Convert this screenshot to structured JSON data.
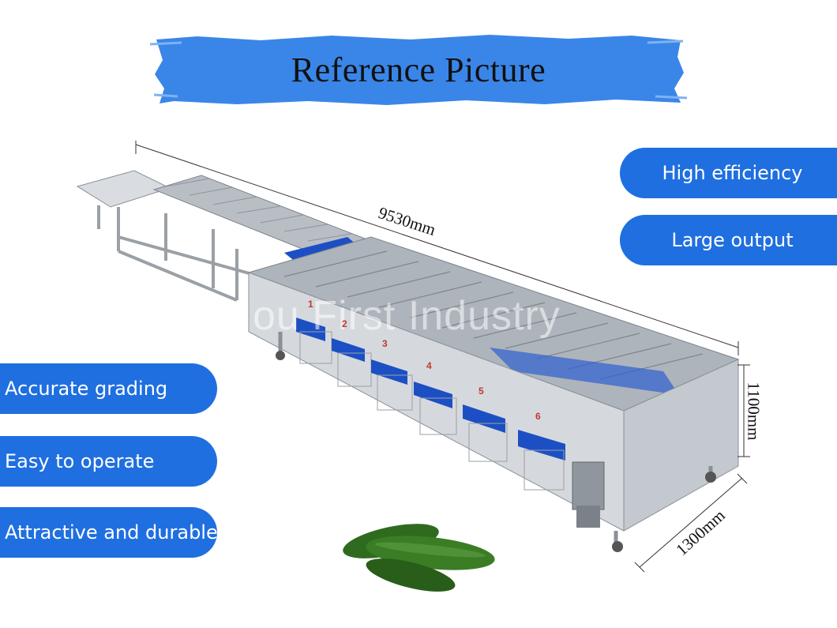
{
  "title": "Reference Picture",
  "features_right": [
    "High efficiency",
    "Large output"
  ],
  "features_left": [
    "Accurate grading",
    "Easy to operate",
    "Attractive and durable"
  ],
  "dimensions": {
    "length": "9530mm",
    "height": "1100mm",
    "width": "1300mm"
  },
  "watermark": "ou First Industry",
  "tray_numbers": [
    "1",
    "2",
    "3",
    "4",
    "5",
    "6"
  ],
  "colors": {
    "accent_blue": "#1f6fe0",
    "banner_blue": "#3a86e8",
    "steel": "#c9ccd1",
    "belt_blue": "#1d4fc4",
    "cucumber_green": "#2f6b1f"
  },
  "illustration": [
    "sorting-machine",
    "cucumbers"
  ]
}
